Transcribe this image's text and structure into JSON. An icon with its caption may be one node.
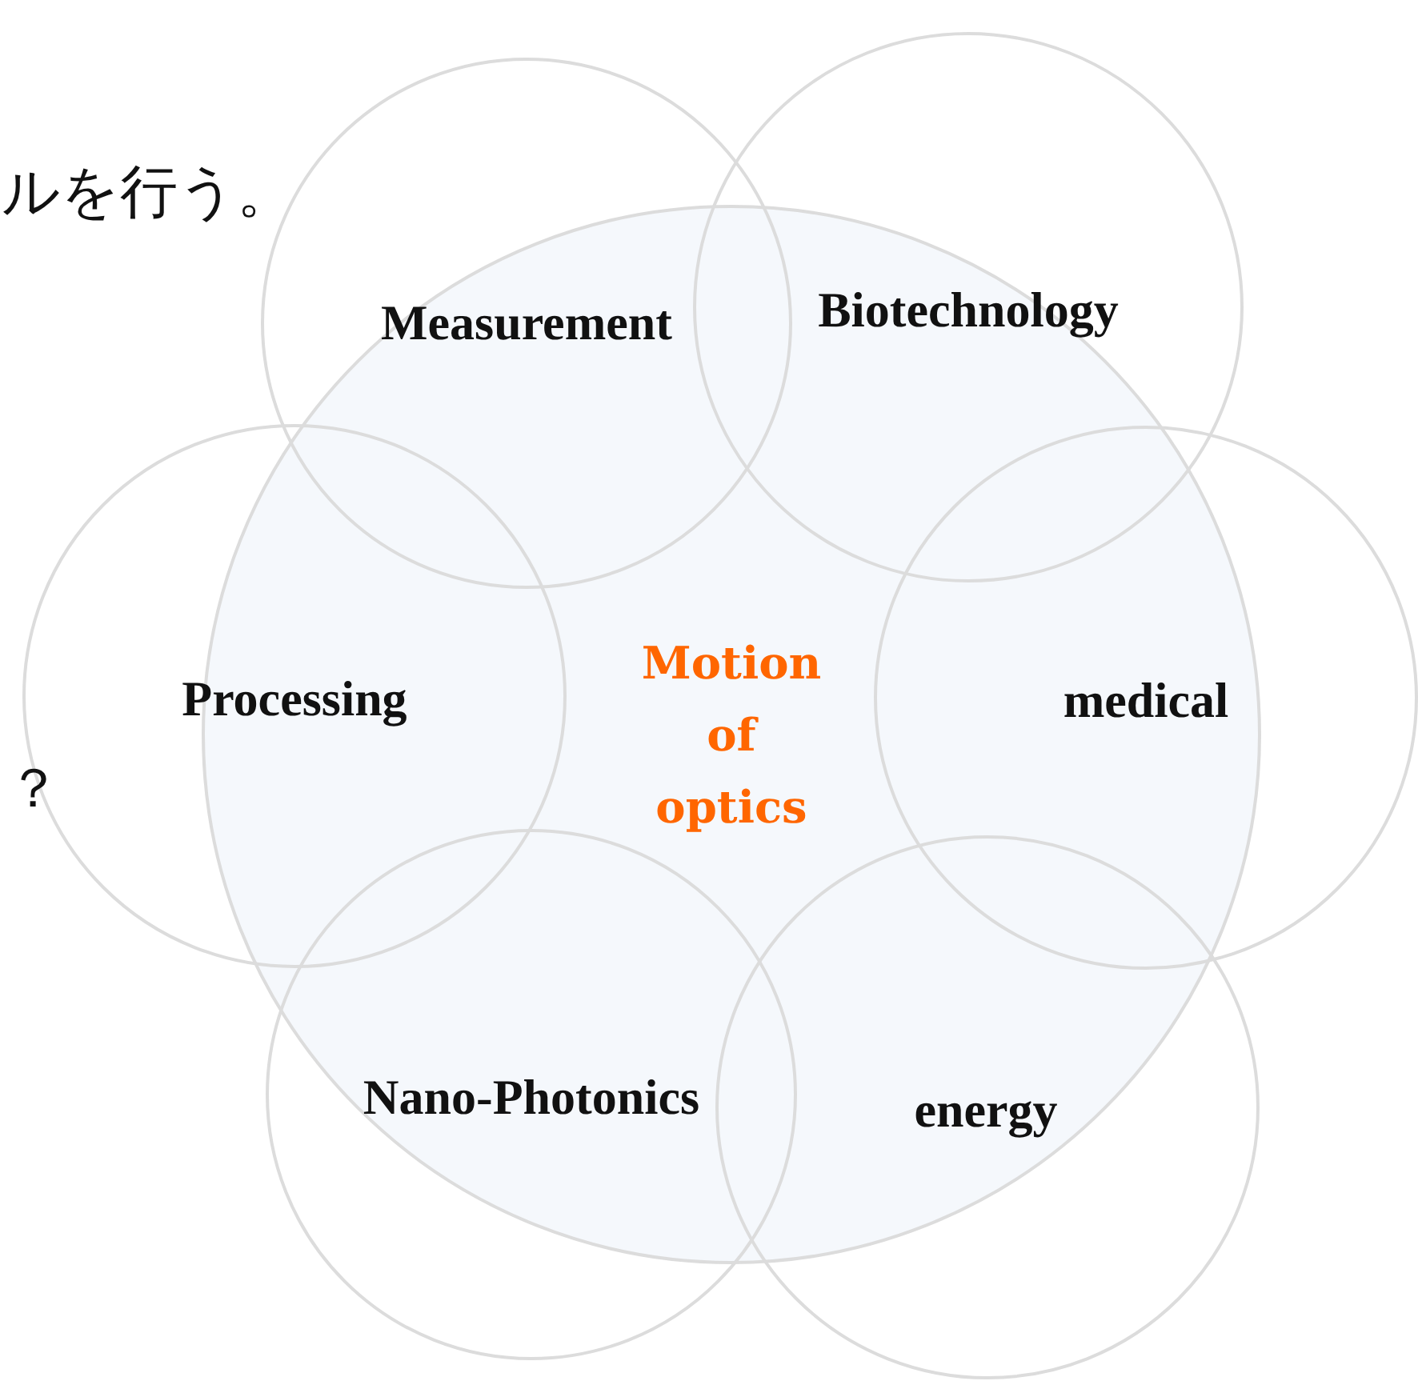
{
  "diagram": {
    "nodes": [
      {
        "text": [
          "Motion of optics"
        ]
      },
      {
        "text": [
          "Measurement"
        ]
      },
      {
        "text": [
          "Biotechnology"
        ]
      },
      {
        "text": [
          "Processing"
        ]
      },
      {
        "text": [
          "medical"
        ]
      },
      {
        "text": [
          "Nano-Photonics"
        ]
      },
      {
        "text": [
          "energy"
        ]
      }
    ],
    "labels": [
      "ルを行う。",
      "？"
    ]
  }
}
